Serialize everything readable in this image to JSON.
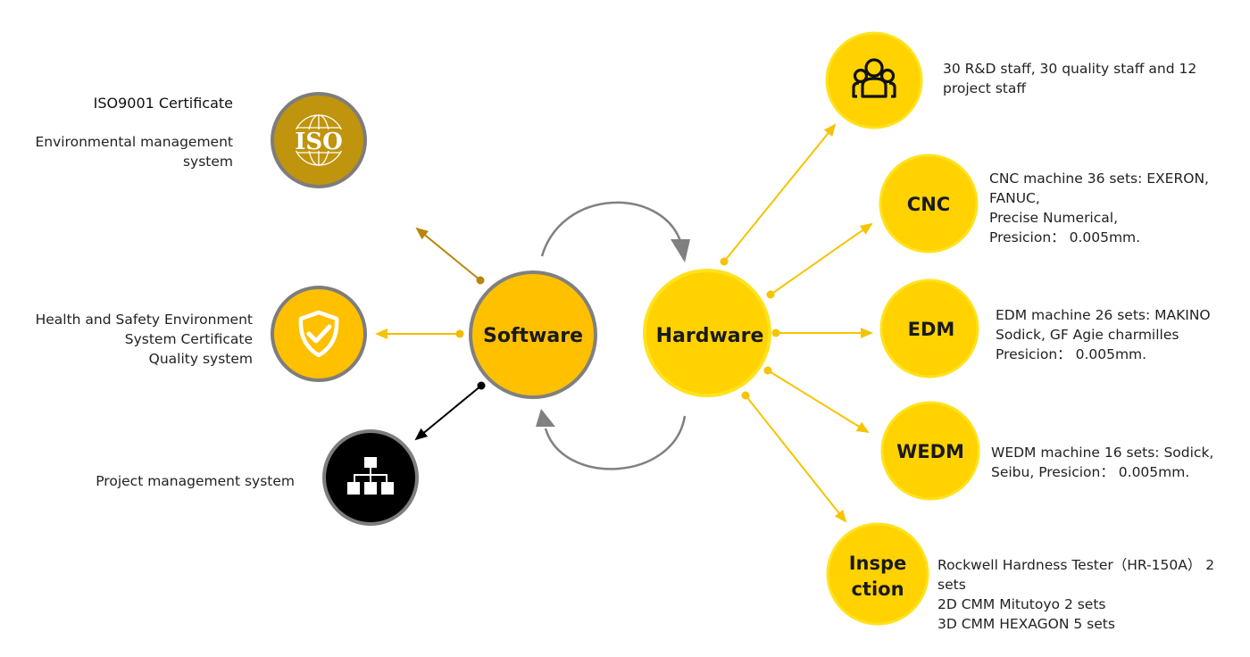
{
  "colors": {
    "iso_gold": "#c0940c",
    "software_yellow": "#ffc000",
    "hardware_yellow": "#ffd200",
    "hardware_ring": "#ffe11a",
    "ring_gray": "#7a7a7a",
    "black": "#000000",
    "arrow_gold": "#b8860b",
    "arrow_yellow": "#f5c400",
    "cycle_gray": "#808080"
  },
  "center": {
    "software": {
      "label": "Software"
    },
    "hardware": {
      "label": "Hardware"
    }
  },
  "software_items": [
    {
      "icon": "iso-globe-icon",
      "title": "ISO9001 Certificate",
      "text": "Environmental management\nsystem"
    },
    {
      "icon": "shield-check-icon",
      "title": "",
      "text": "Health and Safety Environment\nSystem Certificate\nQuality system"
    },
    {
      "icon": "org-chart-icon",
      "title": "",
      "text": "Project management system"
    }
  ],
  "iso_icon_text": "ISO",
  "hardware_items": [
    {
      "icon": "people-group-icon",
      "label": "",
      "text": "30 R&D staff, 30 quality staff and 12\nproject staff"
    },
    {
      "icon": "",
      "label": "CNC",
      "text": "CNC machine 36 sets: EXERON,\nFANUC,\nPrecise Numerical,\nPresicion： 0.005mm."
    },
    {
      "icon": "",
      "label": "EDM",
      "text": "EDM machine 26 sets: MAKINO\nSodick,  GF Agie charmilles\nPresicion： 0.005mm."
    },
    {
      "icon": "",
      "label": "WEDM",
      "text": "WEDM machine 16 sets: Sodick,\nSeibu,  Presicion： 0.005mm."
    },
    {
      "icon": "",
      "label_line1": "Inspe",
      "label_line2": "ction",
      "text": " Rockwell Hardness Tester（HR-150A） 2\nsets\n2D CMM  Mitutoyo 2 sets\n3D CMM HEXAGON 5 sets"
    }
  ]
}
